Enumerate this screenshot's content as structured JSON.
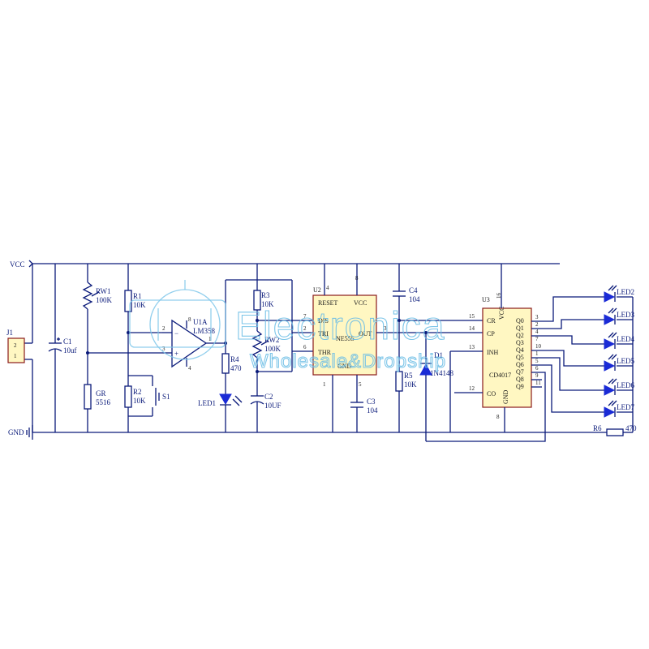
{
  "rails": {
    "vcc": "VCC",
    "gnd": "GND"
  },
  "connector": {
    "ref": "J1",
    "pin_top": "2",
    "pin_bottom": "1"
  },
  "components": {
    "c1": {
      "ref": "C1",
      "value": "10uf"
    },
    "rw1": {
      "ref": "RW1",
      "value": "100K"
    },
    "gr": {
      "ref": "GR",
      "value": "5516"
    },
    "r1": {
      "ref": "R1",
      "value": "10K"
    },
    "r2": {
      "ref": "R2",
      "value": "10K"
    },
    "s1": {
      "ref": "S1"
    },
    "u1a": {
      "ref": "U1A",
      "value": "LM358"
    },
    "r4": {
      "ref": "R4",
      "value": "470"
    },
    "led1": {
      "ref": "LED1"
    },
    "r3": {
      "ref": "R3",
      "value": "10K"
    },
    "rw2": {
      "ref": "RW2",
      "value": "100K"
    },
    "c2": {
      "ref": "C2",
      "value": "10UF"
    },
    "c3": {
      "ref": "C3",
      "value": "104"
    },
    "c4": {
      "ref": "C4",
      "value": "104"
    },
    "r5": {
      "ref": "R5",
      "value": "10K"
    },
    "d1": {
      "ref": "D1",
      "value": "1N4148"
    },
    "r6": {
      "ref": "R6",
      "value": "470"
    }
  },
  "u2": {
    "ref": "U2",
    "part": "NE555",
    "pins": {
      "reset": "RESET",
      "vcc": "VCC",
      "dis": "DIS",
      "tri": "TRI",
      "out": "OUT",
      "thr": "THR",
      "gnd": "GND"
    },
    "nums": {
      "n4": "4",
      "n8": "8",
      "n7": "7",
      "n2": "2",
      "n6": "6",
      "n3": "3",
      "n1": "1",
      "n5": "5"
    }
  },
  "u3": {
    "ref": "U3",
    "part": "CD4017",
    "pins": {
      "cr": "CR",
      "cp": "CP",
      "inh": "INH",
      "co": "CO",
      "gnd": "GND",
      "vcc": "VCC",
      "q0": "Q0",
      "q1": "Q1",
      "q2": "Q2",
      "q3": "Q3",
      "q4": "Q4",
      "q5": "Q5",
      "q6": "Q6",
      "q7": "Q7",
      "q8": "Q8",
      "q9": "Q9"
    },
    "nums": {
      "n15": "15",
      "n14": "14",
      "n13": "13",
      "n12": "12",
      "n16": "16",
      "n8": "8",
      "q0": "3",
      "q1": "2",
      "q2": "4",
      "q3": "7",
      "q4": "10",
      "q5": "1",
      "q6": "5",
      "q7": "6",
      "q8": "9",
      "q9": "11"
    }
  },
  "u1_pins": {
    "p2": "2",
    "p3": "3",
    "p1": "1",
    "p8": "8",
    "p4": "4"
  },
  "leds": [
    "LED2",
    "LED3",
    "LED4",
    "LED5",
    "LED6",
    "LED7"
  ],
  "watermark": {
    "line1": "Electronica",
    "line2": "Wholesale&Dropship"
  },
  "colors": {
    "wire": "#0a1a7a",
    "chip": "#fff7c2",
    "led": "#1a2bd6",
    "watermark": "#7fc7ea"
  }
}
